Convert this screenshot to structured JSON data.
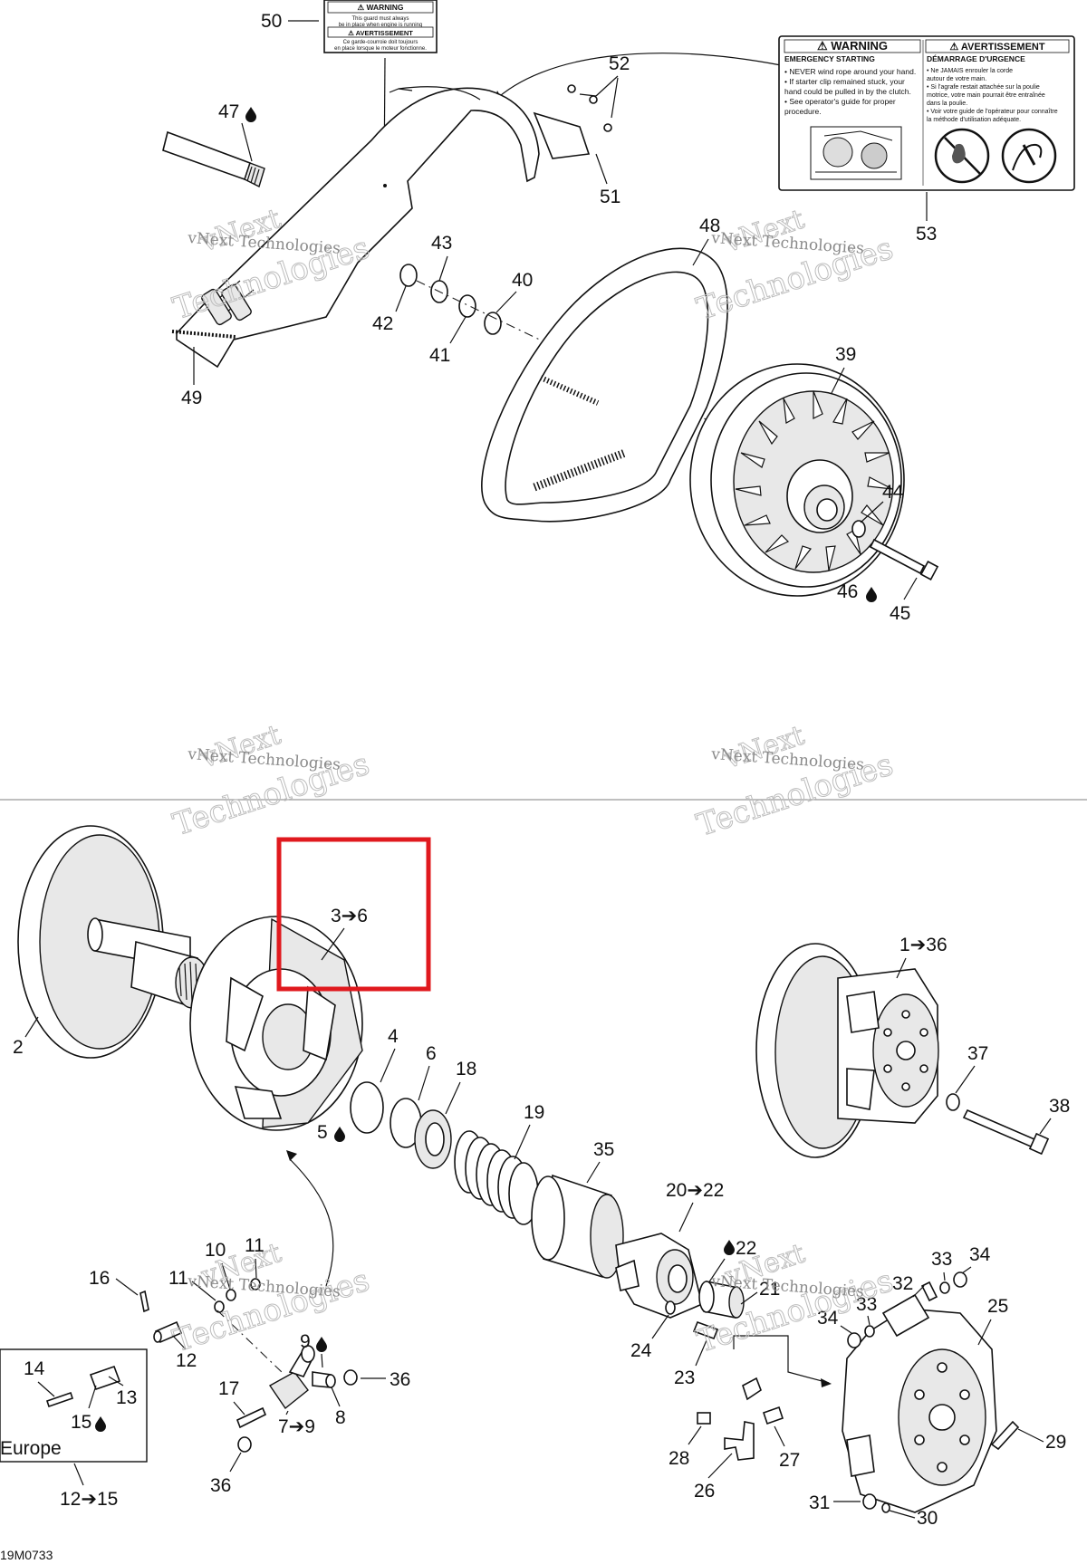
{
  "labels": {
    "l50": "50",
    "l47": "47",
    "l52": "52",
    "l51": "51",
    "l53": "53",
    "l43": "43",
    "l40": "40",
    "l42": "42",
    "l41": "41",
    "l49": "49",
    "l48": "48",
    "l39": "39",
    "l44": "44",
    "l46": "46",
    "l45": "45",
    "l3to6": "3➔6",
    "l1to36": "1➔36",
    "l2": "2",
    "l4": "4",
    "l6": "6",
    "l18": "18",
    "l19": "19",
    "l5": "5",
    "l35": "35",
    "l37": "37",
    "l38": "38",
    "l20to22": "20➔22",
    "l22": "22",
    "l21": "21",
    "l10": "10",
    "l11a": "11",
    "l11b": "11",
    "l16": "16",
    "l12a": "12",
    "l9": "9",
    "l36a": "36",
    "l14": "14",
    "l13": "13",
    "l17": "17",
    "l8": "8",
    "l15": "15",
    "l7to9": "7➔9",
    "l36b": "36",
    "l12to15": "12➔15",
    "l24": "24",
    "l23": "23",
    "l33a": "33",
    "l34a": "34",
    "l32": "32",
    "l33b": "33",
    "l34b": "34",
    "l25": "25",
    "l28": "28",
    "l27": "27",
    "l26": "26",
    "l29": "29",
    "l31": "31",
    "l30": "30"
  },
  "europe_label": "Europe",
  "drawing_code": "19M0733",
  "watermark": {
    "line1": "vNext",
    "line2": "vNext Technologies",
    "line3": "Technologies"
  },
  "decal_small": {
    "title1": "⚠ WARNING",
    "line1": "This guard must always",
    "line2": "be in place when engine is running",
    "title2": "⚠ AVERTISSEMENT",
    "line3": "Ce garde-courroie doit toujours",
    "line4": "en place lorsque le moteur fonctionne."
  },
  "decal_large": {
    "title_en": "⚠ WARNING",
    "title_fr": "⚠ AVERTISSEMENT",
    "sub_en": "EMERGENCY STARTING",
    "sub_fr": "DÉMARRAGE D'URGENCE",
    "en1": "• NEVER wind rope around your hand.",
    "en2": "• If starter clip remained stuck, your",
    "en3": "  hand could be pulled in by the clutch.",
    "en4": "• See operator's guide for proper",
    "en5": "  procedure.",
    "fr1": "• Ne JAMAIS enrouler la corde",
    "fr2": "  autour de votre main.",
    "fr3": "• Si l'agrafe restait attachée sur la poulie",
    "fr4": "  motrice, votre main pourrait être entraînée",
    "fr5": "  dans la poulie.",
    "fr6": "• Voir votre guide de l'opérateur pour connaître",
    "fr7": "  la méthode d'utilisation adéquate."
  },
  "colors": {
    "highlight": "#e0191e",
    "ink": "#111111",
    "watermark": "#bdbdbd"
  },
  "icons": [
    "oil-drop-icon"
  ]
}
